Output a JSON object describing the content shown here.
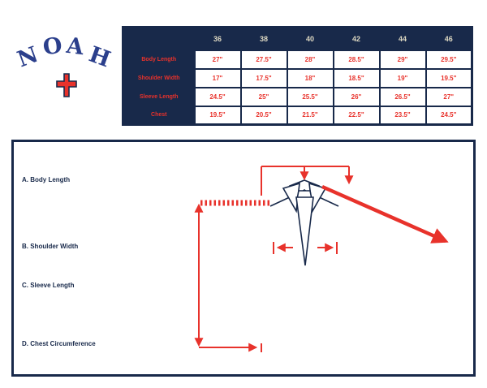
{
  "colors": {
    "navy": "#18294a",
    "logo_blue": "#2b3f8c",
    "red": "#e8322b",
    "header_text": "#ded9c3"
  },
  "logo": {
    "brand_letters": [
      "N",
      "O",
      "A",
      "H"
    ],
    "icon": "noah-cross-icon"
  },
  "size_table": {
    "corner_label": "",
    "sizes": [
      "36",
      "38",
      "40",
      "42",
      "44",
      "46"
    ],
    "rows": [
      {
        "label": "Body Length",
        "values": [
          "27\"",
          "27.5\"",
          "28\"",
          "28.5\"",
          "29\"",
          "29.5\""
        ]
      },
      {
        "label": "Shoulder Width",
        "values": [
          "17\"",
          "17.5\"",
          "18\"",
          "18.5\"",
          "19\"",
          "19.5\""
        ]
      },
      {
        "label": "Sleeve Length",
        "values": [
          "24.5\"",
          "25\"",
          "25.5\"",
          "26\"",
          "26.5\"",
          "27\""
        ]
      },
      {
        "label": "Chest",
        "values": [
          "19.5\"",
          "20.5\"",
          "21.5\"",
          "22.5\"",
          "23.5\"",
          "24.5\""
        ]
      }
    ]
  },
  "diagram": {
    "labels": [
      "A. Body Length",
      "B. Shoulder Width",
      "C. Sleeve Length",
      "D. Chest Circumference"
    ]
  }
}
